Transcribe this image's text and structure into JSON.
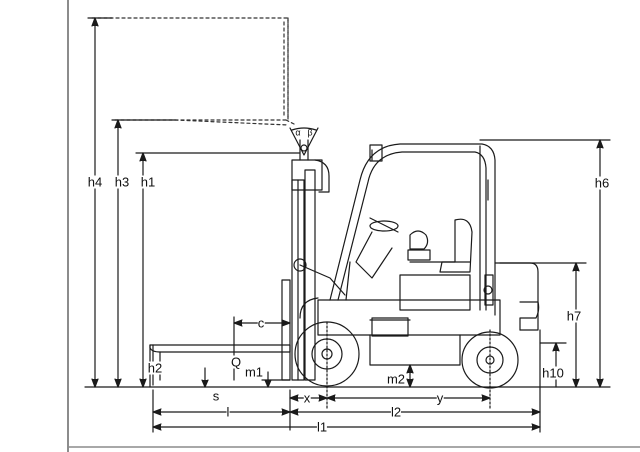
{
  "labels": {
    "h4": "h4",
    "h3": "h3",
    "h1": "h1",
    "h6": "h6",
    "h7": "h7",
    "h2": "h2",
    "h10": "h10",
    "c": "c",
    "q": "Q",
    "m1": "m1",
    "m2": "m2",
    "s": "s",
    "x": "x",
    "y": "y",
    "l": "l",
    "l2": "l2",
    "l1": "l1",
    "alpha": "α",
    "beta": "β"
  },
  "colors": {
    "line": "#1a1a1a",
    "frame": "#8c8c8c",
    "dash": "#333333"
  }
}
